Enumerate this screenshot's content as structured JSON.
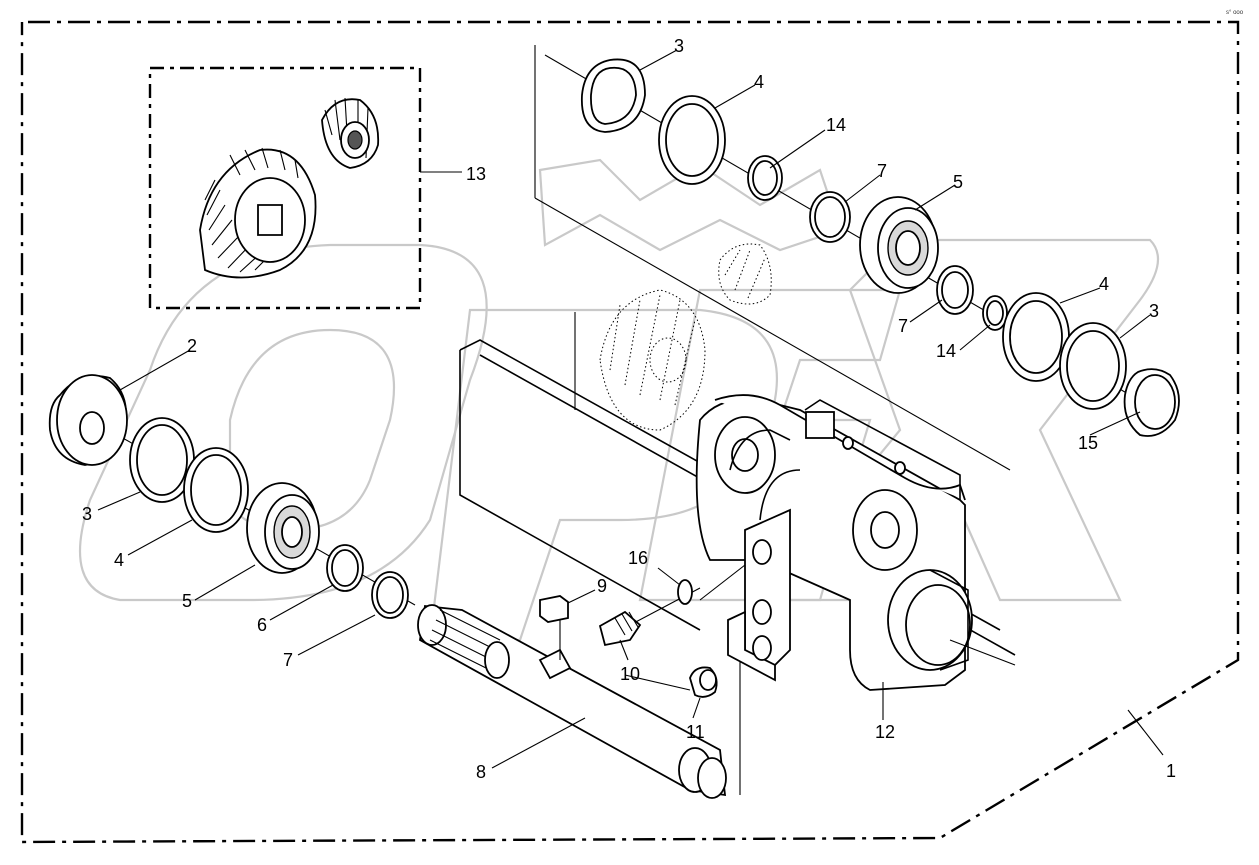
{
  "corner_code": "s° ooo",
  "watermark": "OPEX",
  "callouts": [
    {
      "id": "c1",
      "text": "1"
    },
    {
      "id": "c2",
      "text": "2"
    },
    {
      "id": "c3a",
      "text": "3"
    },
    {
      "id": "c3b",
      "text": "3"
    },
    {
      "id": "c3c",
      "text": "3"
    },
    {
      "id": "c4a",
      "text": "4"
    },
    {
      "id": "c4b",
      "text": "4"
    },
    {
      "id": "c4c",
      "text": "4"
    },
    {
      "id": "c5a",
      "text": "5"
    },
    {
      "id": "c5b",
      "text": "5"
    },
    {
      "id": "c6",
      "text": "6"
    },
    {
      "id": "c7a",
      "text": "7"
    },
    {
      "id": "c7b",
      "text": "7"
    },
    {
      "id": "c7c",
      "text": "7"
    },
    {
      "id": "c8",
      "text": "8"
    },
    {
      "id": "c9",
      "text": "9"
    },
    {
      "id": "c10",
      "text": "10"
    },
    {
      "id": "c11",
      "text": "11"
    },
    {
      "id": "c12",
      "text": "12"
    },
    {
      "id": "c13",
      "text": "13"
    },
    {
      "id": "c14a",
      "text": "14"
    },
    {
      "id": "c14b",
      "text": "14"
    },
    {
      "id": "c15",
      "text": "15"
    },
    {
      "id": "c16",
      "text": "16"
    }
  ]
}
